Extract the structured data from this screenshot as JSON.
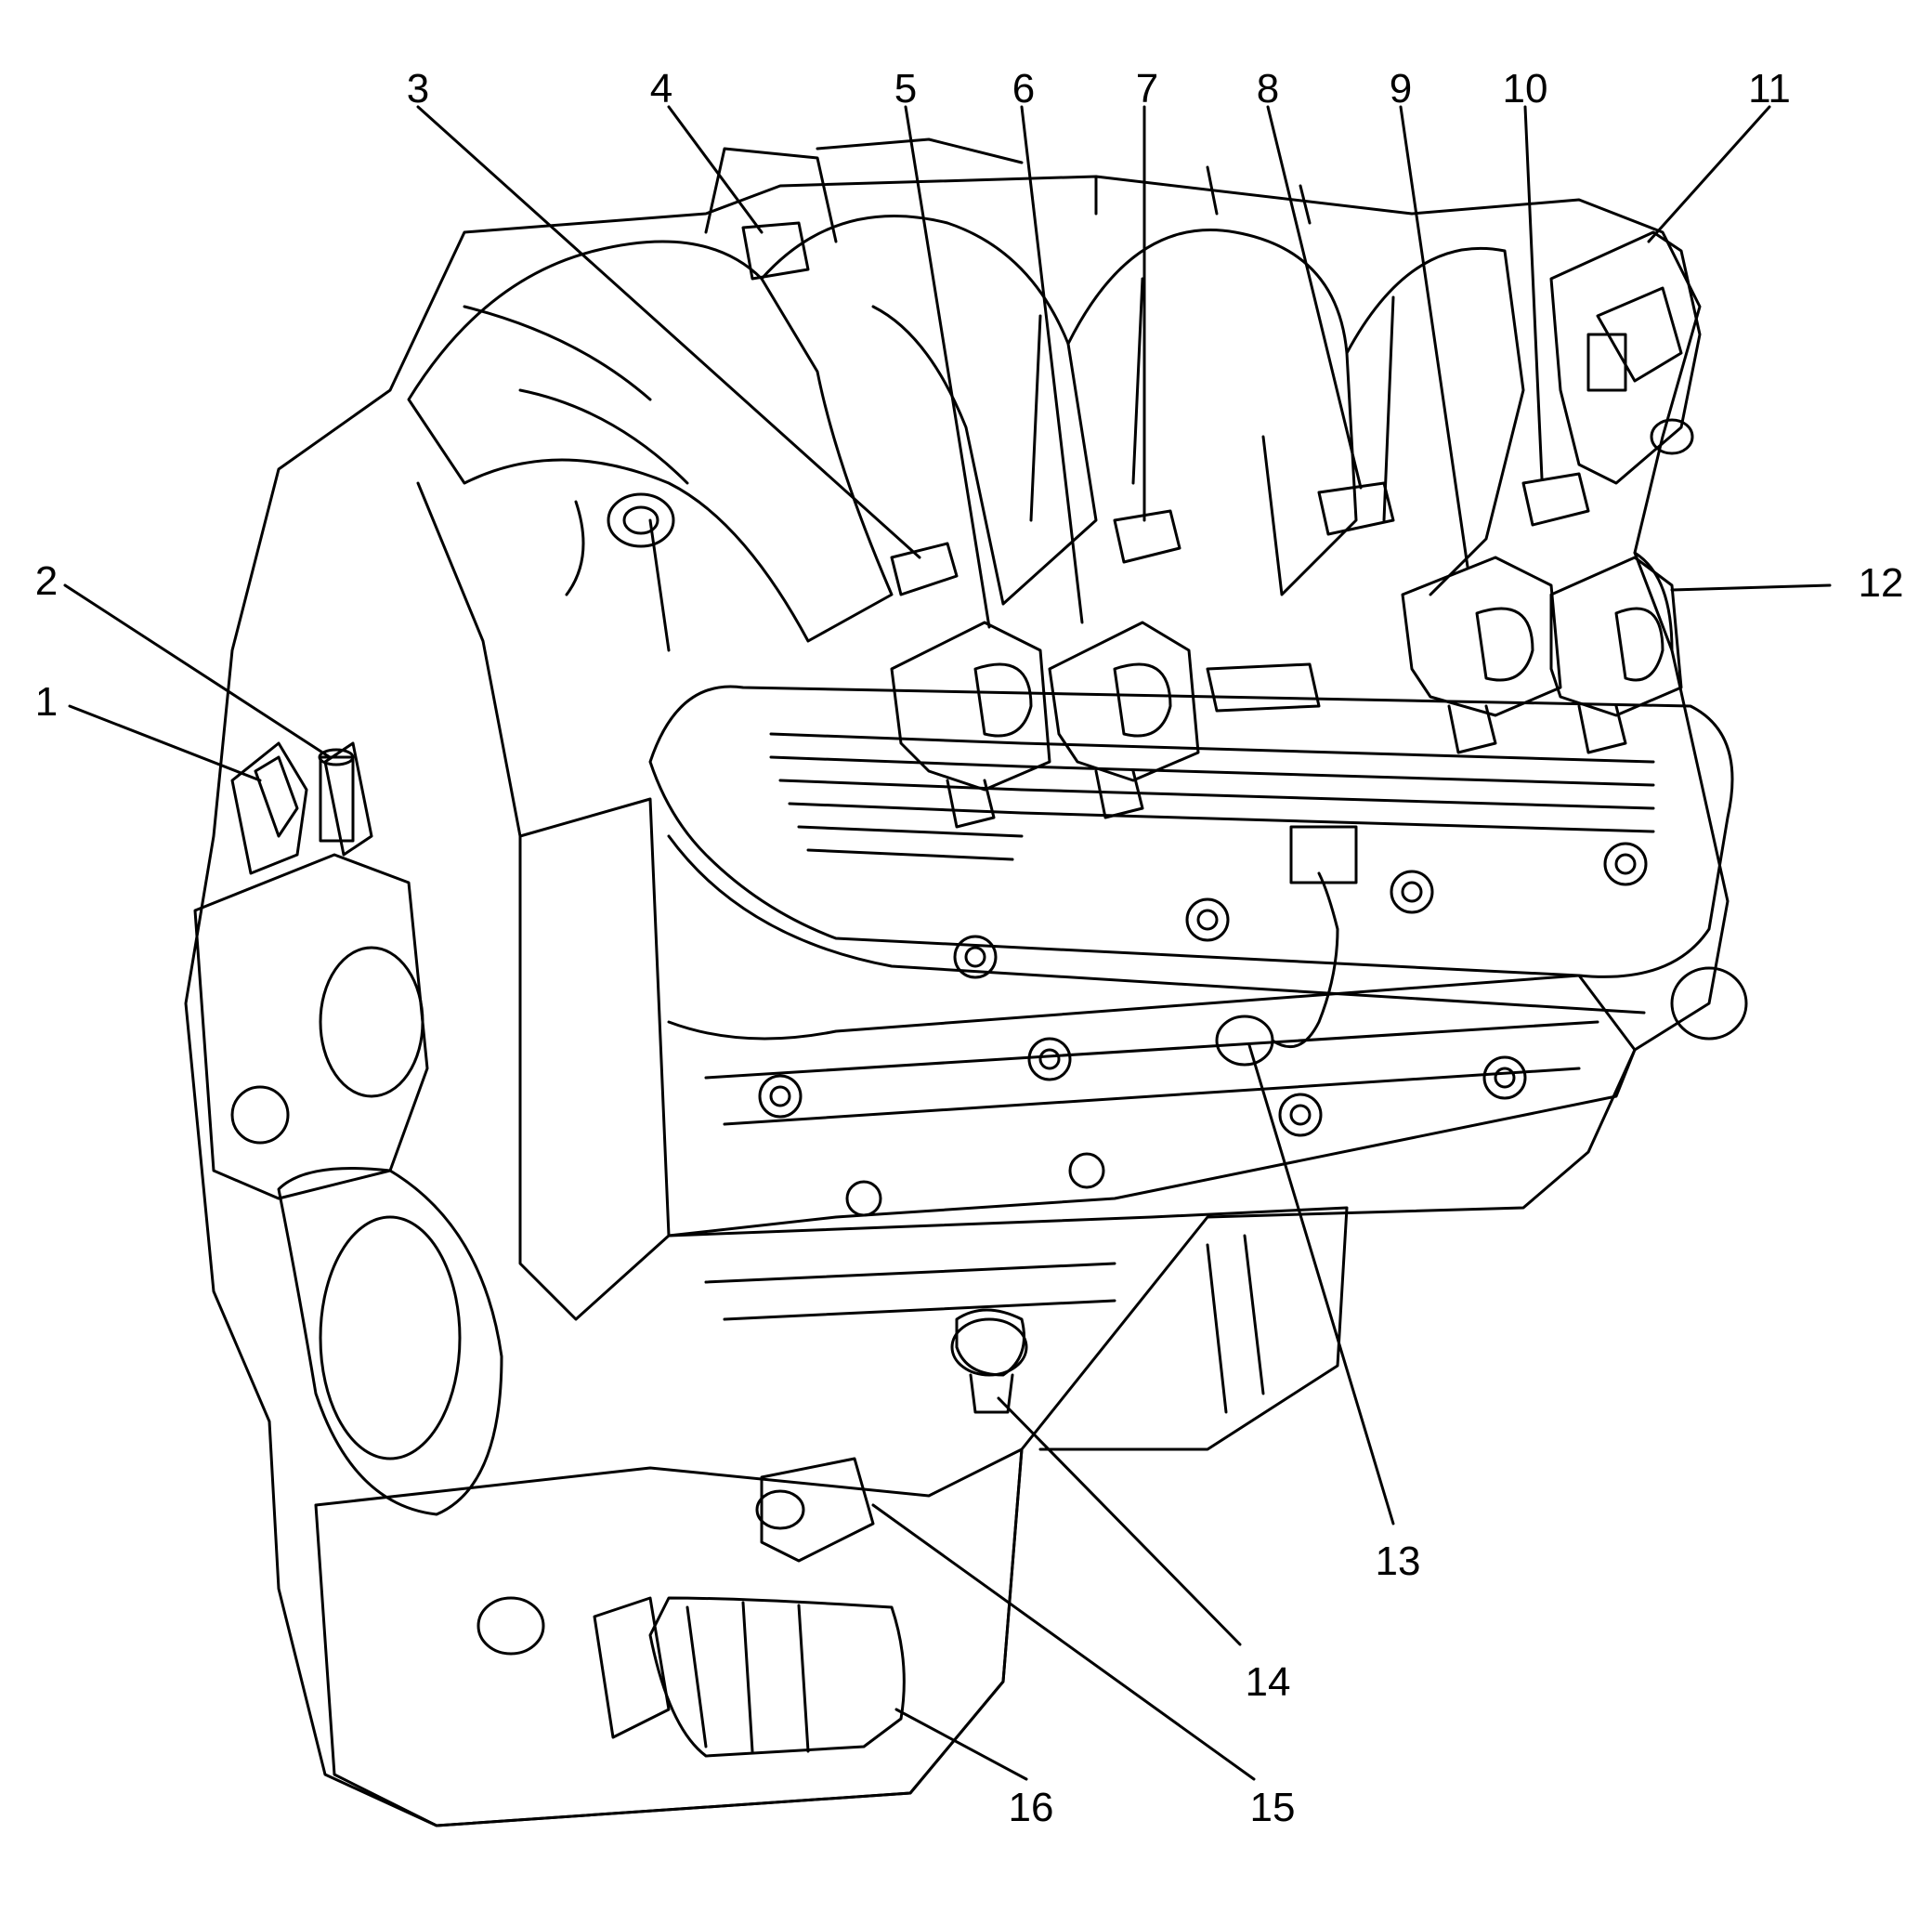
{
  "callouts": [
    "1",
    "2",
    "3",
    "4",
    "5",
    "6",
    "7",
    "8",
    "9",
    "10",
    "11",
    "12",
    "13",
    "14",
    "15",
    "16"
  ],
  "colors": {
    "line": "#000000",
    "background": "#ffffff"
  }
}
